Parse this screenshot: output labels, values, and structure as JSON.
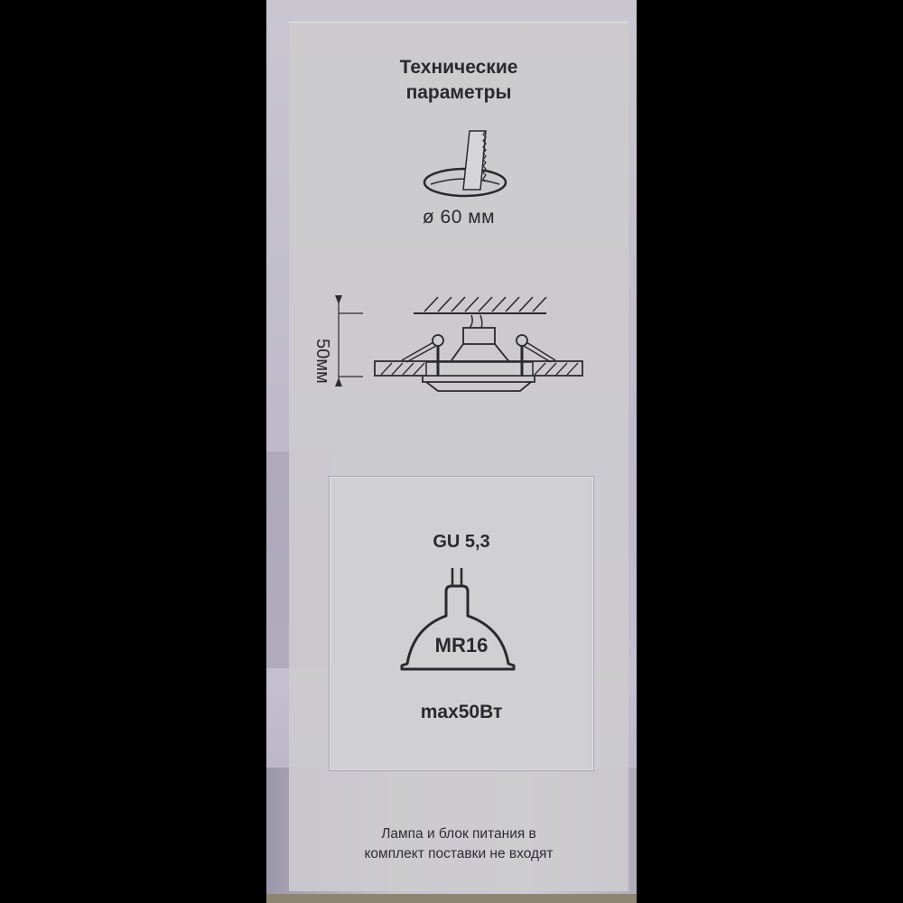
{
  "panel": {
    "title_line1": "Технические",
    "title_line2": "параметры"
  },
  "cutout": {
    "icon": "saw-cutout-icon",
    "diameter_label": "ø 60 мм"
  },
  "installation": {
    "icon": "recessed-installation-icon",
    "depth_label": "50мм"
  },
  "lamp": {
    "socket_label": "GU 5,3",
    "icon": "mr16-bulb-icon",
    "bulb_type_label": "MR16",
    "max_power_label": "max50Вт"
  },
  "note": {
    "line1": "Лампа и блок питания в",
    "line2": "комплект поставки не входят"
  },
  "colors": {
    "background": "#000000",
    "box": "#c4c0cf",
    "panel": "#cdcccf",
    "text": "#2a2a2e"
  }
}
